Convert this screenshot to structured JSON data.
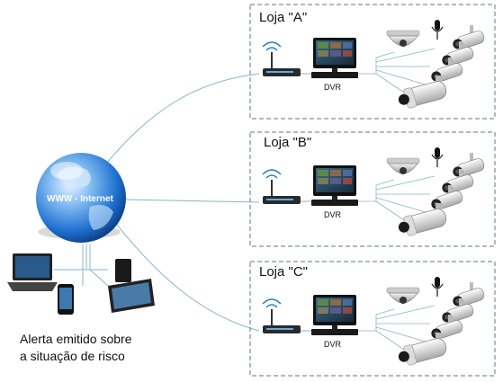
{
  "internet": {
    "label": "WWW - Internet"
  },
  "stores": [
    {
      "title": "Loja \"A\"",
      "dvr_label": "DVR"
    },
    {
      "title": "Loja \"B\"",
      "dvr_label": "DVR"
    },
    {
      "title": "Loja \"C\"",
      "dvr_label": "DVR"
    }
  ],
  "alert": {
    "line1": "Alerta emitido sobre",
    "line2": "a situação de risco"
  },
  "colors": {
    "box_border": "#5a7a8a",
    "link_line": "#8ab4c4",
    "globe_blue": "#1e6fd0"
  }
}
